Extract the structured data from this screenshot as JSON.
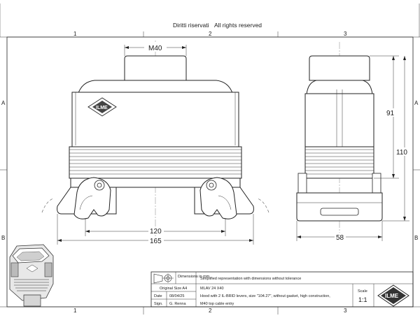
{
  "header": {
    "rights_it": "Diritti riservati",
    "rights_en": "All rights reserved"
  },
  "grid": {
    "columns": [
      "1",
      "2",
      "3"
    ],
    "rows": [
      "A",
      "B"
    ]
  },
  "dimensions": {
    "cable_entry": "M40",
    "height_total": "110",
    "height_body": "91",
    "width_inner": "120",
    "width_outer": "165",
    "depth": "58"
  },
  "title_block": {
    "dimension_note": "Dimensions in mm",
    "simplified_note": "Simplified representation with dimensions without tolerance",
    "original_size": "Original Size A4",
    "date_label": "Date",
    "date_value": "08/04/25",
    "sign_label": "Sign.",
    "sign_value": "G. Renna",
    "part_code": "MLAV 24 X40",
    "description_1": "Hood with 2 IL-BRID levers, size \"104.27\", without gasket, high construction,",
    "description_2": "M40 top cable entry",
    "scale_label": "Scale",
    "scale_value": "1:1"
  },
  "logo": {
    "brand": "ILME",
    "brand_small": "ILME"
  },
  "icons": {
    "projection": "first-angle-projection-icon"
  }
}
